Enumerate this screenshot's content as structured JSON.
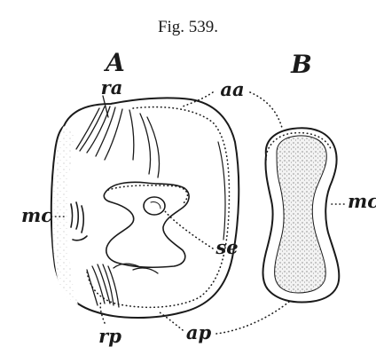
{
  "figure": {
    "title": "Fig. 539.",
    "panel_a": {
      "letter": "A",
      "labels": {
        "ra": "ra",
        "aa": "aa",
        "mc": "mc",
        "se": "se",
        "rp": "rp",
        "ap": "ap"
      }
    },
    "panel_b": {
      "letter": "B",
      "labels": {
        "mc": "mc"
      }
    }
  }
}
